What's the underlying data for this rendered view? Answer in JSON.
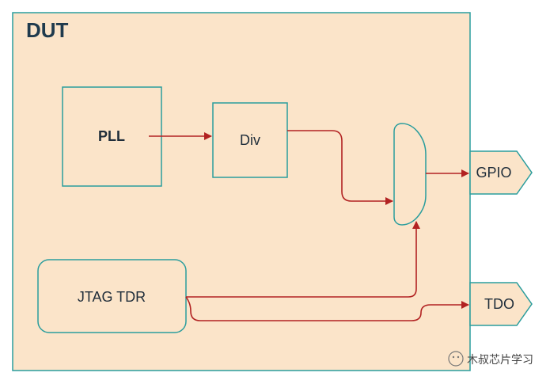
{
  "diagram": {
    "container_label": "DUT",
    "blocks": {
      "pll": "PLL",
      "div": "Div",
      "jtag": "JTAG TDR"
    },
    "ports": {
      "gpio": "GPIO",
      "tdo": "TDO"
    },
    "watermark": "木叔芯片学习"
  },
  "colors": {
    "background_fill": "#fbe4c9",
    "outline": "#2a9d9d",
    "arrow": "#b22222",
    "text": "#1f2d3a"
  }
}
